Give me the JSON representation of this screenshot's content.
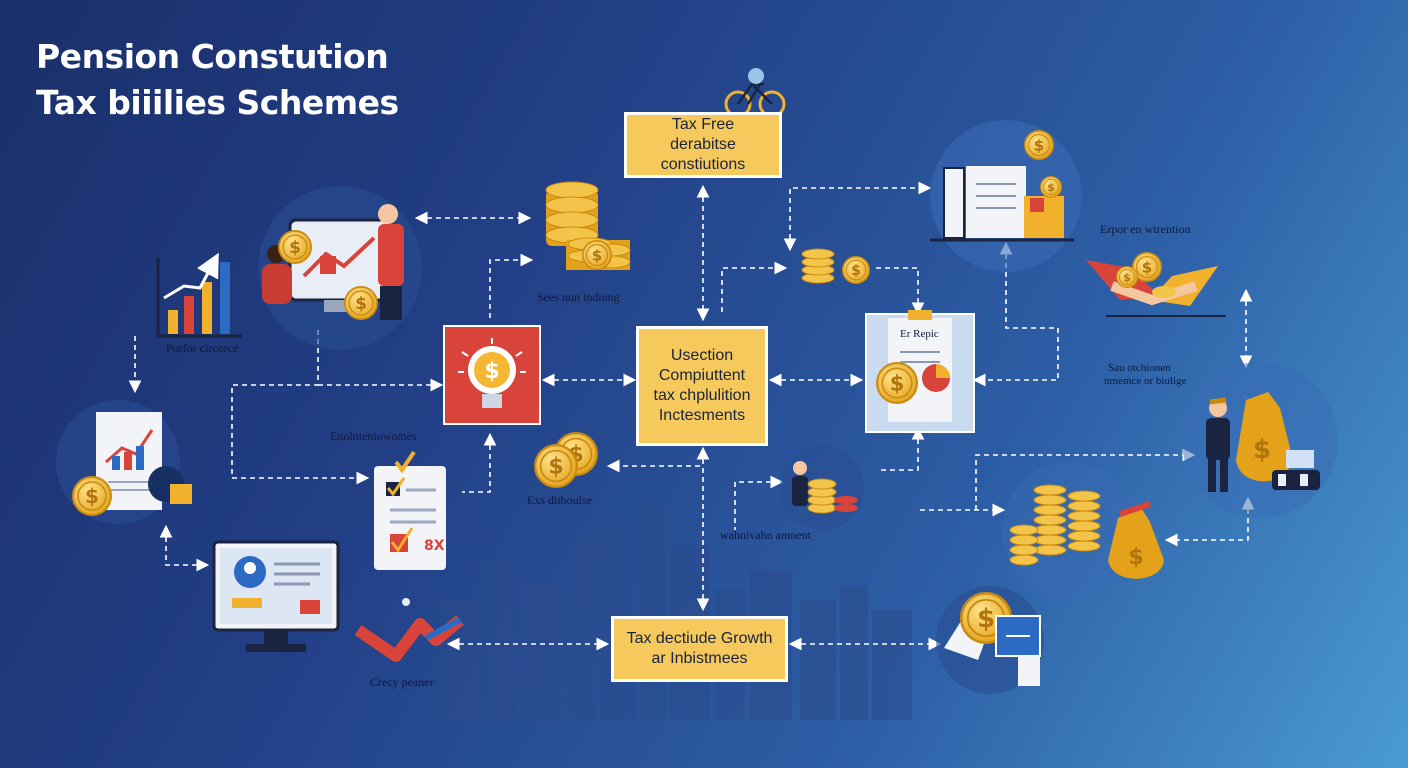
{
  "title": {
    "line1": "Pension Constution",
    "line2": "Tax biiilies Schemes"
  },
  "boxes": {
    "tax_free": "Tax Free derabitse constiutions",
    "central": "Usection Compiuttent tax chplulition Inctesments",
    "bottom": "Tax dectiude Growth ar Inbistmees"
  },
  "labels": {
    "sees_training": "Sees nun indning",
    "portfolio": "Porfor circorce",
    "enrolments": "Enolnieniowomes",
    "ees_dithouse": "Exs dithoulse",
    "withdrawal": "wahnivahn amnent",
    "crecy": "Crecy peaner",
    "er_report": "Er Repic",
    "employer_contrib": "Erpor en wtrention",
    "sales_line1": "Sau otchionen",
    "sales_line2": "nmemce or biulige"
  },
  "icons": {
    "bicycle": "bicycle-icon",
    "coin_stack": "coin-stack-icon",
    "bar_chart": "bar-chart-icon",
    "lightbulb": "lightbulb-dollar-icon",
    "checklist": "checklist-icon",
    "monitor": "monitor-profile-icon",
    "money_bag": "money-bag-icon",
    "handshake": "handshake-icon",
    "card_hand": "hand-card-icon"
  },
  "colors": {
    "box_fill": "#f5c95c",
    "box_border": "#ffffff",
    "red_tile": "#d8443a",
    "coin": "#f3b731",
    "arrow": "#ffffff"
  }
}
